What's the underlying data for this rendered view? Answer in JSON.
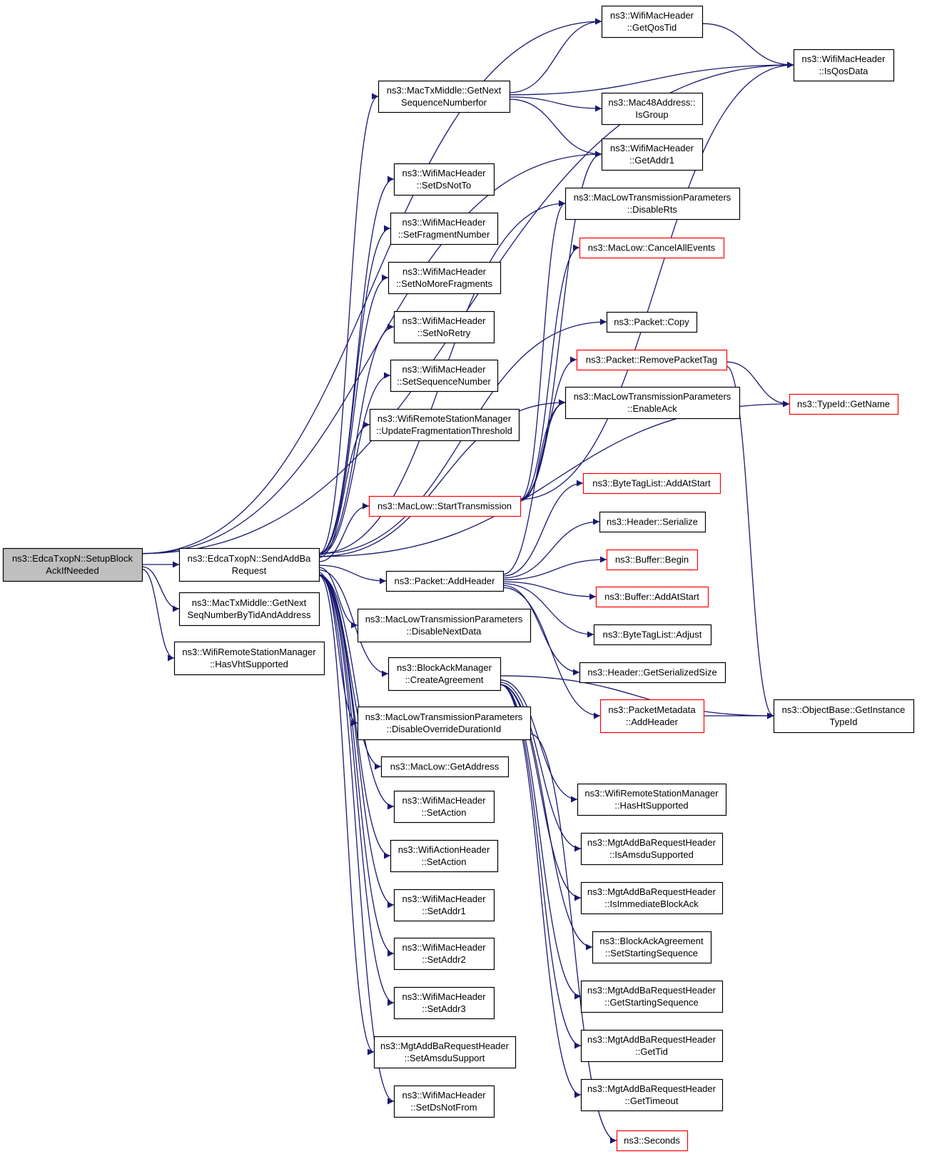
{
  "colors": {
    "edge": "#191970",
    "node_border": "#000000",
    "node_border_truncated": "#ff0000",
    "node_fill": "#ffffff",
    "focus_fill": "#bfbfbf"
  },
  "nodes": [
    {
      "id": "setup",
      "lines": [
        "ns3::EdcaTxopN::SetupBlock",
        "AckIfNeeded"
      ],
      "focus": true
    },
    {
      "id": "sendaddba",
      "lines": [
        "ns3::EdcaTxopN::SendAddBa",
        "Request"
      ]
    },
    {
      "id": "getnextseqtid",
      "lines": [
        "ns3::MacTxMiddle::GetNext",
        "SeqNumberByTidAndAddress"
      ]
    },
    {
      "id": "hasvht",
      "lines": [
        "ns3::WifiRemoteStationManager",
        "::HasVhtSupported"
      ]
    },
    {
      "id": "getnextseqfor",
      "lines": [
        "ns3::MacTxMiddle::GetNext",
        "SequenceNumberfor"
      ]
    },
    {
      "id": "setdsnotto",
      "lines": [
        "ns3::WifiMacHeader",
        "::SetDsNotTo"
      ]
    },
    {
      "id": "setfrag",
      "lines": [
        "ns3::WifiMacHeader",
        "::SetFragmentNumber"
      ]
    },
    {
      "id": "setnomorefrag",
      "lines": [
        "ns3::WifiMacHeader",
        "::SetNoMoreFragments"
      ]
    },
    {
      "id": "setnoretry",
      "lines": [
        "ns3::WifiMacHeader",
        "::SetNoRetry"
      ]
    },
    {
      "id": "setseq",
      "lines": [
        "ns3::WifiMacHeader",
        "::SetSequenceNumber"
      ]
    },
    {
      "id": "updfrag",
      "lines": [
        "ns3::WifiRemoteStationManager",
        "::UpdateFragmentationThreshold"
      ]
    },
    {
      "id": "starttx",
      "lines": [
        "ns3::MacLow::StartTransmission"
      ],
      "truncated": true
    },
    {
      "id": "addheader",
      "lines": [
        "ns3::Packet::AddHeader"
      ]
    },
    {
      "id": "disnextdata",
      "lines": [
        "ns3::MacLowTransmissionParameters",
        "::DisableNextData"
      ]
    },
    {
      "id": "createagr",
      "lines": [
        "ns3::BlockAckManager",
        "::CreateAgreement"
      ]
    },
    {
      "id": "disoverride",
      "lines": [
        "ns3::MacLowTransmissionParameters",
        "::DisableOverrideDurationId"
      ]
    },
    {
      "id": "getaddress",
      "lines": [
        "ns3::MacLow::GetAddress"
      ]
    },
    {
      "id": "setaction1",
      "lines": [
        "ns3::WifiMacHeader",
        "::SetAction"
      ]
    },
    {
      "id": "setaction2",
      "lines": [
        "ns3::WifiActionHeader",
        "::SetAction"
      ]
    },
    {
      "id": "setaddr1",
      "lines": [
        "ns3::WifiMacHeader",
        "::SetAddr1"
      ]
    },
    {
      "id": "setaddr2",
      "lines": [
        "ns3::WifiMacHeader",
        "::SetAddr2"
      ]
    },
    {
      "id": "setaddr3",
      "lines": [
        "ns3::WifiMacHeader",
        "::SetAddr3"
      ]
    },
    {
      "id": "setamsdu",
      "lines": [
        "ns3::MgtAddBaRequestHeader",
        "::SetAmsduSupport"
      ]
    },
    {
      "id": "setdsnotfrom",
      "lines": [
        "ns3::WifiMacHeader",
        "::SetDsNotFrom"
      ]
    },
    {
      "id": "getqostid",
      "lines": [
        "ns3::WifiMacHeader",
        "::GetQosTid"
      ]
    },
    {
      "id": "isqosdata",
      "lines": [
        "ns3::WifiMacHeader",
        "::IsQosData"
      ]
    },
    {
      "id": "isgroup",
      "lines": [
        "ns3::Mac48Address::",
        "IsGroup"
      ]
    },
    {
      "id": "getaddr1",
      "lines": [
        "ns3::WifiMacHeader",
        "::GetAddr1"
      ]
    },
    {
      "id": "disrts",
      "lines": [
        "ns3::MacLowTransmissionParameters",
        "::DisableRts"
      ]
    },
    {
      "id": "cancelall",
      "lines": [
        "ns3::MacLow::CancelAllEvents"
      ],
      "truncated": true
    },
    {
      "id": "pcopy",
      "lines": [
        "ns3::Packet::Copy"
      ]
    },
    {
      "id": "removetag",
      "lines": [
        "ns3::Packet::RemovePacketTag"
      ],
      "truncated": true
    },
    {
      "id": "enableack",
      "lines": [
        "ns3::MacLowTransmissionParameters",
        "::EnableAck"
      ]
    },
    {
      "id": "getname",
      "lines": [
        "ns3::TypeId::GetName"
      ],
      "truncated": true
    },
    {
      "id": "addatstart",
      "lines": [
        "ns3::ByteTagList::AddAtStart"
      ],
      "truncated": true
    },
    {
      "id": "hserialize",
      "lines": [
        "ns3::Header::Serialize"
      ]
    },
    {
      "id": "bufbegin",
      "lines": [
        "ns3::Buffer::Begin"
      ],
      "truncated": true
    },
    {
      "id": "bufaddatstart",
      "lines": [
        "ns3::Buffer::AddAtStart"
      ],
      "truncated": true
    },
    {
      "id": "btladjust",
      "lines": [
        "ns3::ByteTagList::Adjust"
      ]
    },
    {
      "id": "hgetsize",
      "lines": [
        "ns3::Header::GetSerializedSize"
      ]
    },
    {
      "id": "pmaddheader",
      "lines": [
        "ns3::PacketMetadata",
        "::AddHeader"
      ],
      "truncated": true
    },
    {
      "id": "getinstance",
      "lines": [
        "ns3::ObjectBase::GetInstance",
        "TypeId"
      ]
    },
    {
      "id": "hasht",
      "lines": [
        "ns3::WifiRemoteStationManager",
        "::HasHtSupported"
      ]
    },
    {
      "id": "isamsdu",
      "lines": [
        "ns3::MgtAddBaRequestHeader",
        "::IsAmsduSupported"
      ]
    },
    {
      "id": "isimmediate",
      "lines": [
        "ns3::MgtAddBaRequestHeader",
        "::IsImmediateBlockAck"
      ]
    },
    {
      "id": "setstartseq",
      "lines": [
        "ns3::BlockAckAgreement",
        "::SetStartingSequence"
      ]
    },
    {
      "id": "getstartseq",
      "lines": [
        "ns3::MgtAddBaRequestHeader",
        "::GetStartingSequence"
      ]
    },
    {
      "id": "gettid",
      "lines": [
        "ns3::MgtAddBaRequestHeader",
        "::GetTid"
      ]
    },
    {
      "id": "gettimeout",
      "lines": [
        "ns3::MgtAddBaRequestHeader",
        "::GetTimeout"
      ]
    },
    {
      "id": "seconds",
      "lines": [
        "ns3::Seconds"
      ],
      "truncated": true
    }
  ],
  "edges": [
    [
      "setup",
      "sendaddba"
    ],
    [
      "setup",
      "getnextseqtid"
    ],
    [
      "setup",
      "hasvht"
    ],
    [
      "setup",
      "getqostid"
    ],
    [
      "setup",
      "getaddr1"
    ],
    [
      "setup",
      "isqosdata"
    ],
    [
      "sendaddba",
      "getnextseqfor"
    ],
    [
      "sendaddba",
      "setdsnotto"
    ],
    [
      "sendaddba",
      "setfrag"
    ],
    [
      "sendaddba",
      "setnomorefrag"
    ],
    [
      "sendaddba",
      "setnoretry"
    ],
    [
      "sendaddba",
      "setseq"
    ],
    [
      "sendaddba",
      "updfrag"
    ],
    [
      "sendaddba",
      "starttx"
    ],
    [
      "sendaddba",
      "addheader"
    ],
    [
      "sendaddba",
      "disnextdata"
    ],
    [
      "sendaddba",
      "createagr"
    ],
    [
      "sendaddba",
      "disoverride"
    ],
    [
      "sendaddba",
      "getaddress"
    ],
    [
      "sendaddba",
      "setaction1"
    ],
    [
      "sendaddba",
      "setaction2"
    ],
    [
      "sendaddba",
      "setaddr1"
    ],
    [
      "sendaddba",
      "setaddr2"
    ],
    [
      "sendaddba",
      "setaddr3"
    ],
    [
      "sendaddba",
      "setamsdu"
    ],
    [
      "sendaddba",
      "setdsnotfrom"
    ],
    [
      "sendaddba",
      "getname"
    ],
    [
      "sendaddba",
      "pcopy"
    ],
    [
      "sendaddba",
      "enableack"
    ],
    [
      "sendaddba",
      "disrts"
    ],
    [
      "getnextseqfor",
      "getqostid"
    ],
    [
      "getnextseqfor",
      "isqosdata"
    ],
    [
      "getnextseqfor",
      "isgroup"
    ],
    [
      "getnextseqfor",
      "getaddr1"
    ],
    [
      "getqostid",
      "isqosdata"
    ],
    [
      "starttx",
      "getaddr1"
    ],
    [
      "starttx",
      "disrts"
    ],
    [
      "starttx",
      "cancelall"
    ],
    [
      "starttx",
      "removetag"
    ],
    [
      "starttx",
      "enableack"
    ],
    [
      "starttx",
      "isqosdata"
    ],
    [
      "addheader",
      "addatstart"
    ],
    [
      "addheader",
      "hserialize"
    ],
    [
      "addheader",
      "bufbegin"
    ],
    [
      "addheader",
      "bufaddatstart"
    ],
    [
      "addheader",
      "btladjust"
    ],
    [
      "addheader",
      "hgetsize"
    ],
    [
      "addheader",
      "pmaddheader"
    ],
    [
      "addheader",
      "enableack"
    ],
    [
      "removetag",
      "getname"
    ],
    [
      "removetag",
      "getinstance"
    ],
    [
      "pmaddheader",
      "getinstance"
    ],
    [
      "createagr",
      "hasht"
    ],
    [
      "createagr",
      "isamsdu"
    ],
    [
      "createagr",
      "isimmediate"
    ],
    [
      "createagr",
      "setstartseq"
    ],
    [
      "createagr",
      "getstartseq"
    ],
    [
      "createagr",
      "gettid"
    ],
    [
      "createagr",
      "gettimeout"
    ],
    [
      "createagr",
      "getinstance"
    ],
    [
      "disoverride",
      "seconds"
    ]
  ]
}
